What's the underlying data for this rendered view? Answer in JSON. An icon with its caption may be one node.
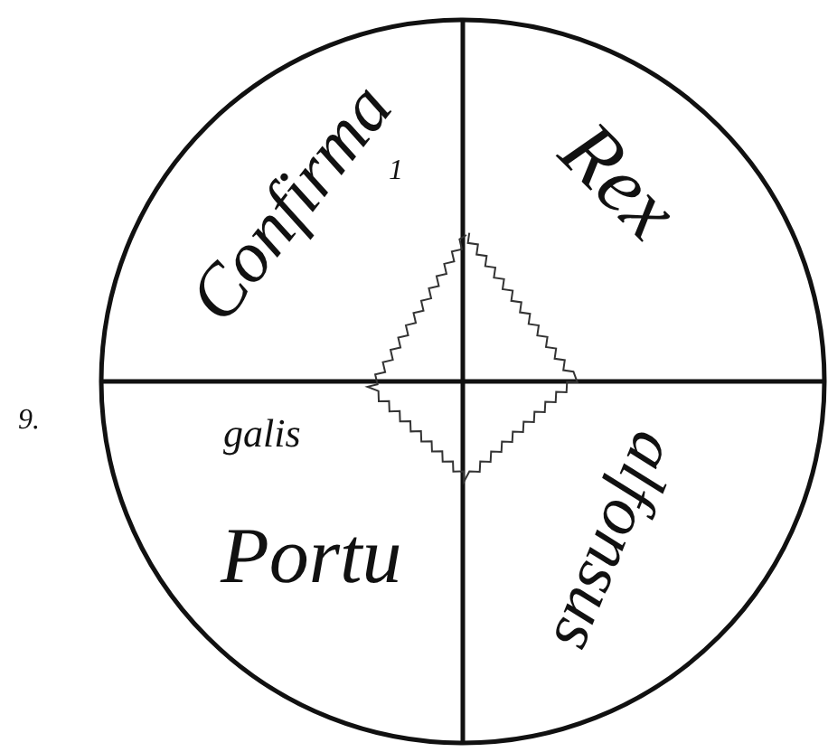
{
  "diagram": {
    "labels": [
      "Confirma",
      "1",
      "Rex",
      "9.",
      "galis",
      "Portu",
      "alfonsus"
    ]
  }
}
